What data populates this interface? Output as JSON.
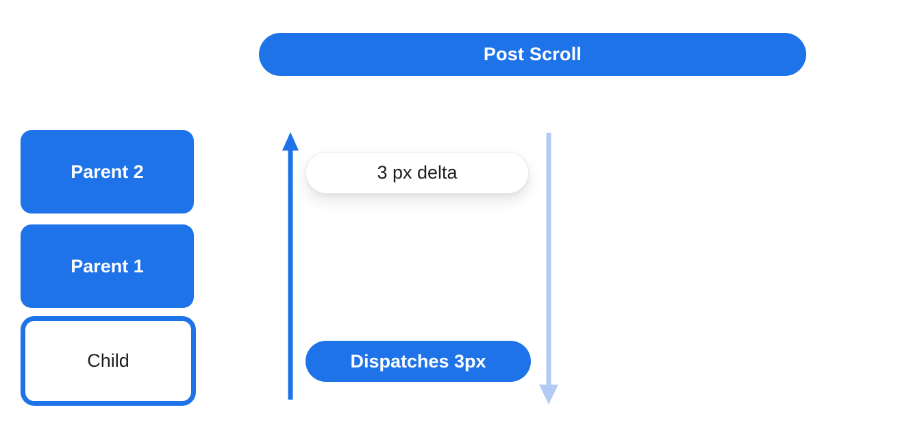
{
  "diagram": {
    "title": "Post Scroll",
    "nodes": [
      {
        "label": "Parent 2",
        "style": "blue"
      },
      {
        "label": "Parent 1",
        "style": "blue"
      },
      {
        "label": "Child",
        "style": "outlined-white"
      }
    ],
    "annotations": {
      "delta_label": "3 px delta",
      "dispatch_label": "Dispatches 3px"
    },
    "arrows": [
      {
        "name": "upward-scroll-arrow",
        "direction": "up",
        "color": "#1f73e8"
      },
      {
        "name": "downward-scroll-arrow",
        "direction": "down",
        "color": "#b3cbf4"
      }
    ],
    "colors": {
      "primary_blue": "#1f73e8",
      "light_blue": "#b3cbf4",
      "text_dark": "#1c1d1f",
      "background": "#ffffff"
    }
  }
}
